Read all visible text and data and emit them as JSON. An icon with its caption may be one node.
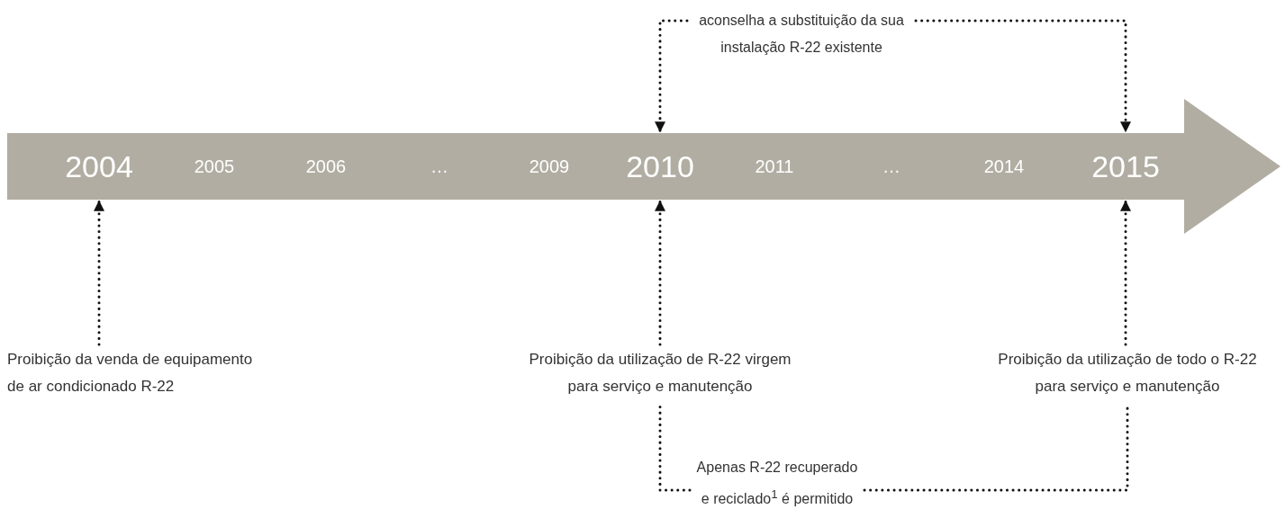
{
  "diagram": {
    "nodes": [
      {
        "text": [],
        "shape": "arrow"
      },
      {
        "text": [
          "2004"
        ],
        "in": 0
      },
      {
        "text": [
          "2005"
        ],
        "in": 0
      },
      {
        "text": [
          "2006"
        ],
        "in": 0
      },
      {
        "text": [
          "…"
        ],
        "in": 0
      },
      {
        "text": [
          "2009"
        ],
        "in": 0
      },
      {
        "text": [
          "2010"
        ],
        "in": 0
      },
      {
        "text": [
          "2011"
        ],
        "in": 0
      },
      {
        "text": [
          "…"
        ],
        "in": 0
      },
      {
        "text": [
          "2014"
        ],
        "in": 0
      },
      {
        "text": [
          "2015"
        ],
        "in": 0
      },
      {
        "text": [
          "Proibição da venda de equipamento de ar condicionado R-22"
        ]
      },
      {
        "text": [
          "Proibição da utilização de R-22 virgem para serviço e manutenção"
        ]
      },
      {
        "text": [
          "Proibição da utilização de todo o R-22 para serviço e manutenção"
        ]
      },
      {
        "text": [
          "aconselha a substituição da sua instalação R-22 existente"
        ]
      },
      {
        "text": [
          "Apenas R-22 recuperado e reciclado$^{1}$ é permitido"
        ]
      }
    ],
    "edges": [
      {
        "from": 11,
        "to": 1,
        "arrow": "to"
      },
      {
        "from": 12,
        "to": 6,
        "arrow": "to"
      },
      {
        "from": 13,
        "to": 10,
        "arrow": "to"
      },
      {
        "from": 14,
        "to": 6,
        "arrow": "to"
      },
      {
        "from": 14,
        "to": 10,
        "arrow": "to"
      },
      {
        "from": 15,
        "to": 12,
        "arrow": "none"
      },
      {
        "from": 15,
        "to": 13,
        "arrow": "none"
      }
    ]
  }
}
